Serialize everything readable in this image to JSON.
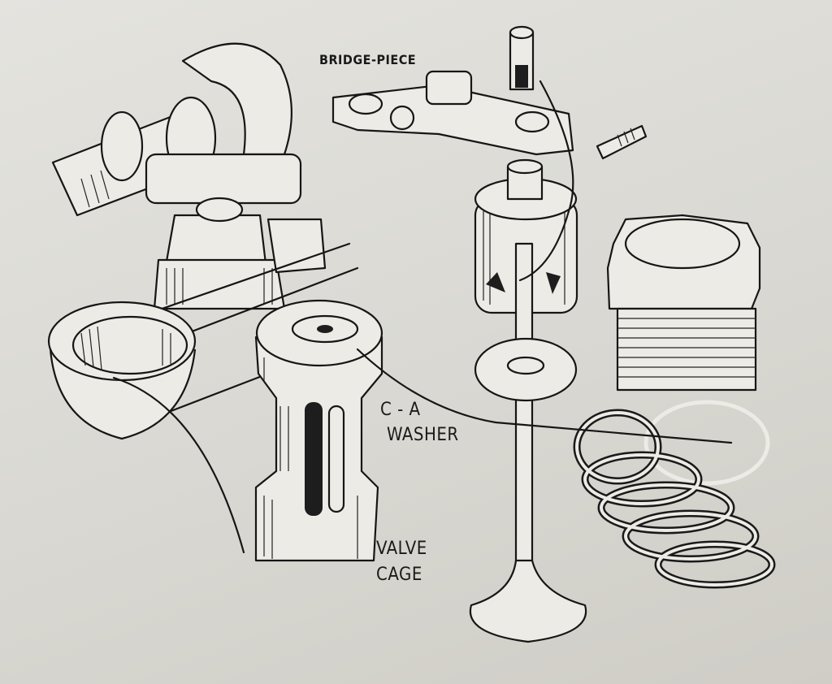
{
  "labels": {
    "bridge_piece": "BRIDGE-PIECE",
    "ca_washer_line1": "C - A",
    "ca_washer_line2": "WASHER",
    "valve_cage_line1": "VALVE",
    "valve_cage_line2": "CAGE"
  },
  "colors": {
    "paper": "#d9d8d2",
    "ink": "#161616"
  }
}
